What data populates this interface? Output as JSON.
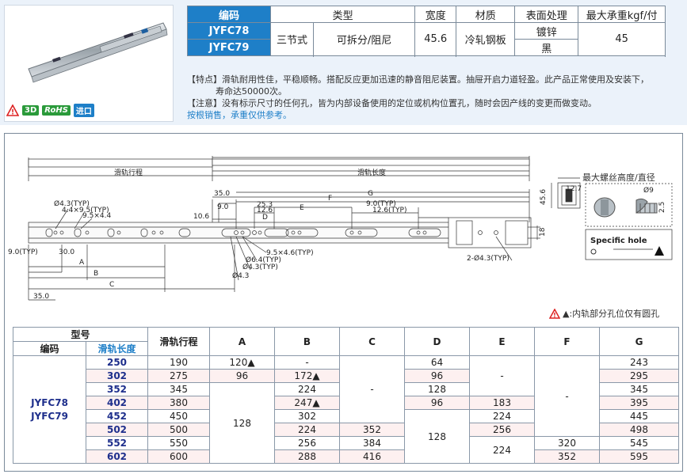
{
  "spec_table": {
    "headers": [
      "编码",
      "类型",
      "宽度",
      "材质",
      "表面处理",
      "最大承重kgf/付"
    ],
    "codes": [
      "JYFC78",
      "JYFC79"
    ],
    "section": "三节式",
    "type": "可拆分/阻尼",
    "width": "45.6",
    "material": "冷轧钢板",
    "finishes": [
      "镀锌",
      "黑"
    ],
    "load": "45"
  },
  "badges": [
    "3D",
    "RoHS",
    "进口"
  ],
  "notes": {
    "feature": "【特点】滑轨耐用性佳，平稳顺畅。搭配反应更加迅速的静音阻尼装置。抽屉开启力道轻盈。此产品正常使用及安装下，",
    "feature_cont": "寿命达50000次。",
    "caution": "【注意】没有标示尺寸的任何孔，皆为内部设备使用的定位或机构位置孔，随时会因产线的变更而做变动。",
    "sale": "按根销售，承重仅供参考。"
  },
  "drawing": {
    "travel": "滑轨行程",
    "length": "滑轨长度",
    "screw_title": "最大螺丝高度/直径",
    "dims": {
      "d127": "12.7",
      "d456": "45.6",
      "d9": "Ø9",
      "d25": "2.5",
      "d350": "35.0",
      "d90": "9.0",
      "d253": "25.3",
      "d126": "12.6",
      "d106": "10.6",
      "h43a": "Ø4.3(TYP)",
      "h44": "4.4×9.5(TYP)",
      "h95": "9.5×4.4",
      "t90r": "9.0(TYP)",
      "t126r": "12.6(TYP)",
      "d18": "18",
      "d90typ": "9.0(TYP)",
      "d300": "30.0",
      "d350b": "35.0",
      "h95b": "9.5×4.6(TYP)",
      "h64": "Ø6.4(TYP)",
      "h43b": "Ø4.3(TYP)",
      "h43c": "Ø4.3",
      "h243": "2-Ø4.3(TYP)",
      "A": "A",
      "B": "B",
      "C": "C",
      "D": "D",
      "E": "E",
      "F": "F",
      "G": "G"
    },
    "specific_hole": "Specific hole",
    "warning": "▲:内轨部分孔位仅有圆孔"
  },
  "dim_table": {
    "group_header": "型号",
    "headers": [
      "编码",
      "滑轨长度",
      "滑轨行程",
      "A",
      "B",
      "C",
      "D",
      "E",
      "F",
      "G"
    ],
    "codes": [
      "JYFC78",
      "JYFC79"
    ],
    "rows": [
      {
        "len": "250",
        "travel": "190",
        "A": "120▲",
        "B": "-",
        "D": "64",
        "G": "243"
      },
      {
        "len": "302",
        "travel": "275",
        "A": "96",
        "B": "172▲",
        "D": "96",
        "G": "295"
      },
      {
        "len": "352",
        "travel": "345",
        "B": "224",
        "D": "128",
        "G": "345"
      },
      {
        "len": "402",
        "travel": "380",
        "B": "247▲",
        "D": "96",
        "E": "183",
        "G": "395"
      },
      {
        "len": "452",
        "travel": "450",
        "B": "302",
        "E": "224",
        "G": "445"
      },
      {
        "len": "502",
        "travel": "500",
        "B": "224",
        "C": "352",
        "E": "256",
        "G": "498"
      },
      {
        "len": "552",
        "travel": "550",
        "B": "256",
        "C": "384",
        "F": "320",
        "G": "545"
      },
      {
        "len": "602",
        "travel": "600",
        "B": "288",
        "C": "416",
        "F": "352",
        "G": "595"
      }
    ],
    "merged": {
      "A_128": "128",
      "C_dash": "-",
      "D_128": "128",
      "E_dash": "-",
      "E_224": "224",
      "F_dash": "-"
    }
  }
}
